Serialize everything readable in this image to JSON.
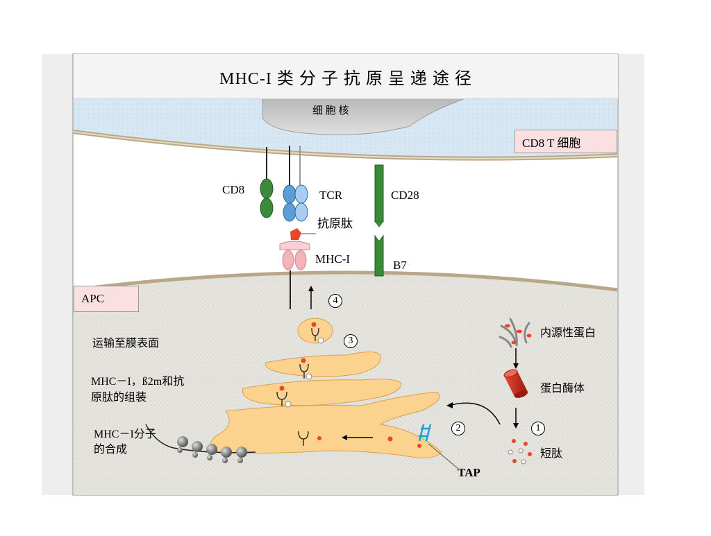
{
  "title": "MHC-I  类 分 子 抗 原 呈 递 途 径",
  "labels": {
    "nucleus": "细 胞 核",
    "cd8_t_cell": "CD8 T 细胞",
    "cd8": "CD8",
    "tcr": "TCR",
    "cd28": "CD28",
    "antigen_peptide": "抗原肽",
    "mhc_i": "MHC-I",
    "b7": "B7",
    "apc": "APC",
    "transport": "运输至膜表面",
    "assembly": "MHC－I，ß2m和抗原肽的组装",
    "synthesis": "MHC－I分子的合成",
    "endogenous_protein": "内源性蛋白",
    "proteasome": "蛋白酶体",
    "short_peptide": "短肽",
    "tap": "TAP"
  },
  "steps": [
    "1",
    "2",
    "3",
    "4"
  ],
  "colors": {
    "tcell_fill": "#d9e8f3",
    "apc_fill": "#e4e3de",
    "er_fill": "#fbd38e",
    "peptide": "#e8472a",
    "cd8": "#3b8a3b",
    "tcr": "#5c9ed6",
    "mhc": "#f3b3b9",
    "tap": "#1aa0d8",
    "proteasome": "#c8261a"
  },
  "icons": [
    "receptor-y-icon",
    "proteasome-cylinder-icon",
    "ribosome-icon"
  ]
}
